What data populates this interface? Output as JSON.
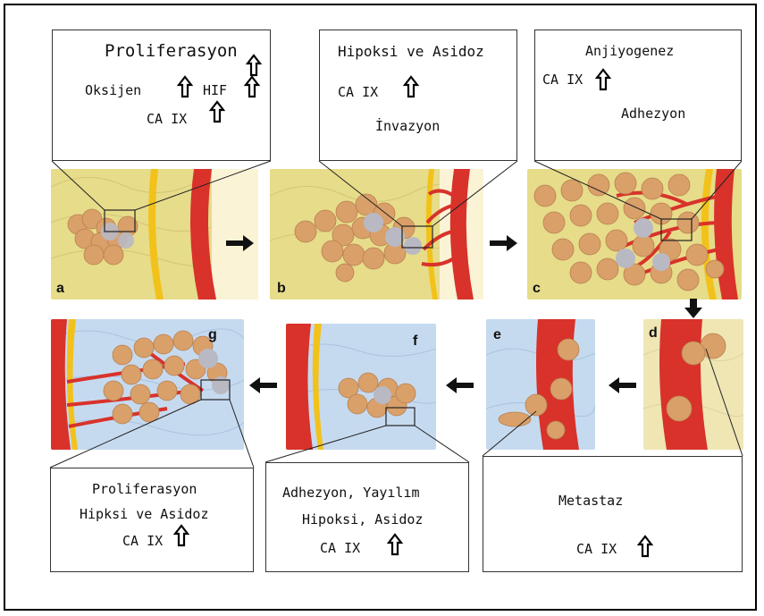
{
  "boxes": {
    "a": {
      "line1": "Proliferasyon",
      "line2": "Oksijen",
      "line2b": "HIF",
      "line3": "CA IX"
    },
    "b": {
      "line1": "Hipoksi ve Asidoz",
      "line2": "CA IX",
      "line3": "İnvazyon"
    },
    "c": {
      "line1": "Anjiyogenez",
      "line2": "CA IX",
      "line3": "Adhezyon"
    },
    "g": {
      "line1": "Proliferasyon",
      "line2": "Hipksi ve Asidoz",
      "line3": "CA IX"
    },
    "f": {
      "line1": "Adhezyon,  Yayılım",
      "line2": "Hipoksi, Asidoz",
      "line3": "CA IX"
    },
    "d": {
      "line1": "Metastaz",
      "line2": "CA IX"
    }
  },
  "panels": {
    "a": "a",
    "b": "b",
    "c": "c",
    "d": "d",
    "e": "e",
    "f": "f",
    "g": "g"
  },
  "colors": {
    "tissue_yellow": "#e6dc8a",
    "tissue_blue": "#c6daef",
    "vessel_red": "#d8322b",
    "cell_tan": "#d9a06a",
    "membrane_yellow": "#f2c21b"
  },
  "icons": {
    "up": "hollow-up-arrow-icon",
    "flow": "black-block-arrow-icon"
  }
}
